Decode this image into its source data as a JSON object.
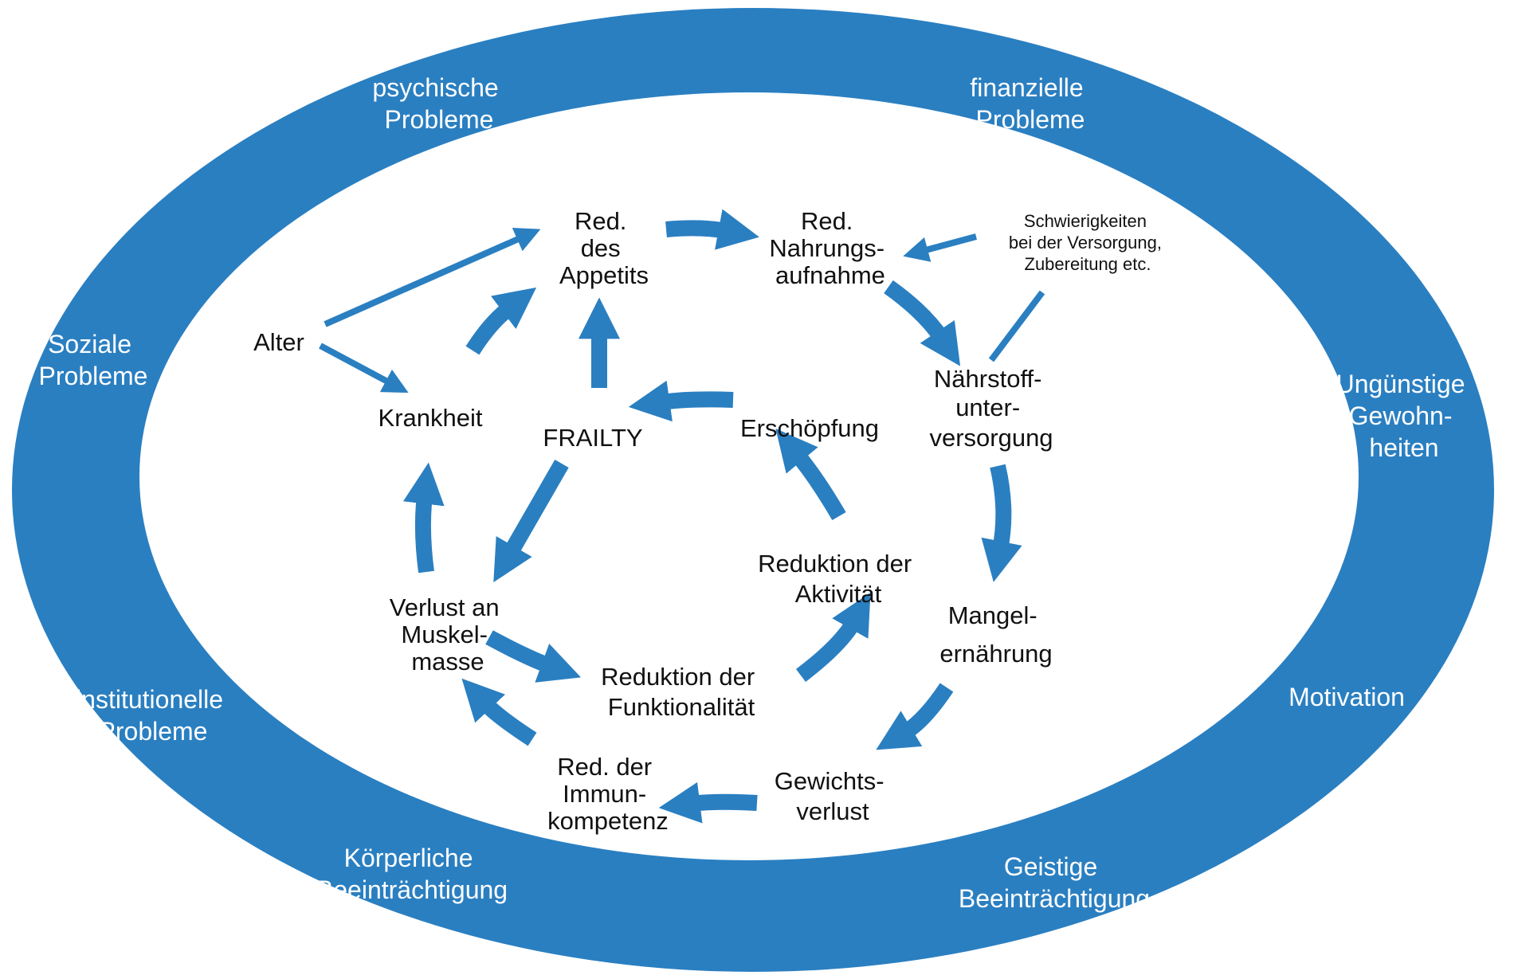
{
  "colors": {
    "ring": "#2a7fc1",
    "arrow": "#2a7fc1",
    "background": "#ffffff",
    "outer_text": "#ffffff",
    "inner_text": "#111111"
  },
  "outer_factors": {
    "psychische": [
      "psychische",
      "Probleme"
    ],
    "finanzielle": [
      "finanzielle",
      "Probleme"
    ],
    "soziale": [
      "Soziale",
      "Probleme"
    ],
    "unguenstige": [
      "Ungünstige",
      "Gewohn-",
      "heiten"
    ],
    "institutionelle": [
      "institutionelle",
      "Probleme"
    ],
    "motivation": [
      "Motivation"
    ],
    "koerperliche": [
      "Körperliche",
      "Beeinträchtigung"
    ],
    "geistige": [
      "Geistige",
      "Beeinträchtigung"
    ]
  },
  "nodes": {
    "appetit": [
      "Red.",
      "des",
      "Appetits"
    ],
    "nahrung": [
      "Red.",
      "Nahrungs-",
      "aufnahme"
    ],
    "versorgung": [
      "Schwierigkeiten",
      "bei der Versorgung,",
      "Zubereitung etc."
    ],
    "alter": [
      "Alter"
    ],
    "krankheit": [
      "Krankheit"
    ],
    "frailty": [
      "FRAILTY"
    ],
    "erschoepfung": [
      "Erschöpfung"
    ],
    "naehrstoff": [
      "Nährstoff-",
      "unter-",
      "versorgung"
    ],
    "aktivitaet": [
      "Reduktion der",
      "Aktivität"
    ],
    "mangel": [
      "Mangel-",
      "ernährung"
    ],
    "muskel": [
      "Verlust an",
      "Muskel-",
      "masse"
    ],
    "funktion": [
      "Reduktion der",
      "Funktionalität"
    ],
    "immun": [
      "Red. der",
      "Immun-",
      "kompetenz"
    ],
    "gewicht": [
      "Gewichts-",
      "verlust"
    ]
  }
}
